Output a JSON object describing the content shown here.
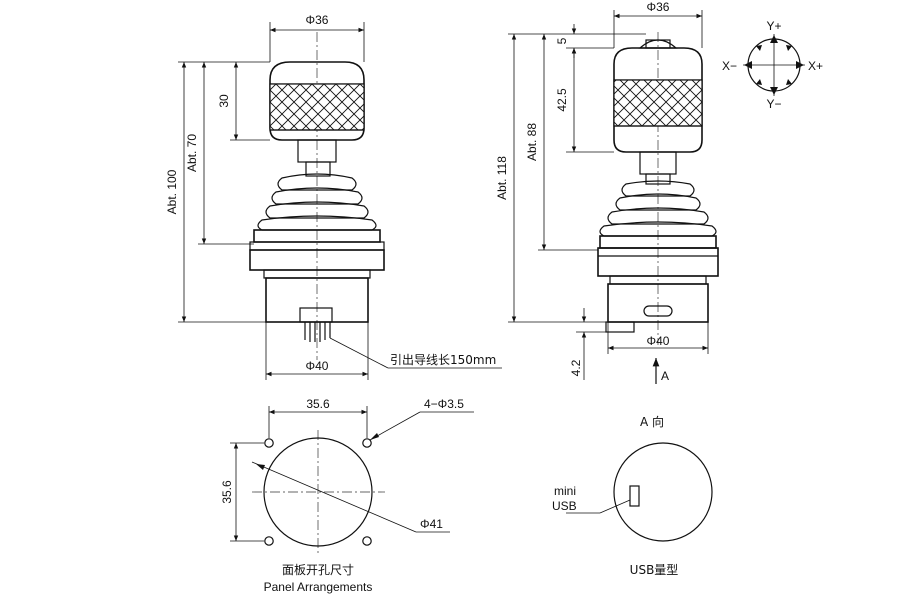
{
  "side_view": {
    "dia_top": "Φ36",
    "dia_bottom": "Φ40",
    "dim_knob": "30",
    "dim_70": "Abt. 70",
    "dim_100": "Abt. 100",
    "lead_note": "引出导线长150mm"
  },
  "front_view": {
    "dia_top": "Φ36",
    "dia_bottom": "Φ40",
    "dim_5": "5",
    "dim_42": "42.5",
    "dim_88": "Abt. 88",
    "dim_118": "Abt. 118",
    "dim_42b": "4.2",
    "view_arrow": "A"
  },
  "axis_legend": {
    "y_plus": "Y+",
    "y_minus": "Y−",
    "x_plus": "X+",
    "x_minus": "X−"
  },
  "panel": {
    "dim_w": "35.6",
    "dim_h": "35.6",
    "holes": "4−Φ3.5",
    "circle": "Φ41",
    "caption_cn": "面板开孔尺寸",
    "caption_en": "Panel Arrangements"
  },
  "usb_view": {
    "title": "A 向",
    "port_label_1": "mini",
    "port_label_2": "USB",
    "caption": "USB量型"
  }
}
